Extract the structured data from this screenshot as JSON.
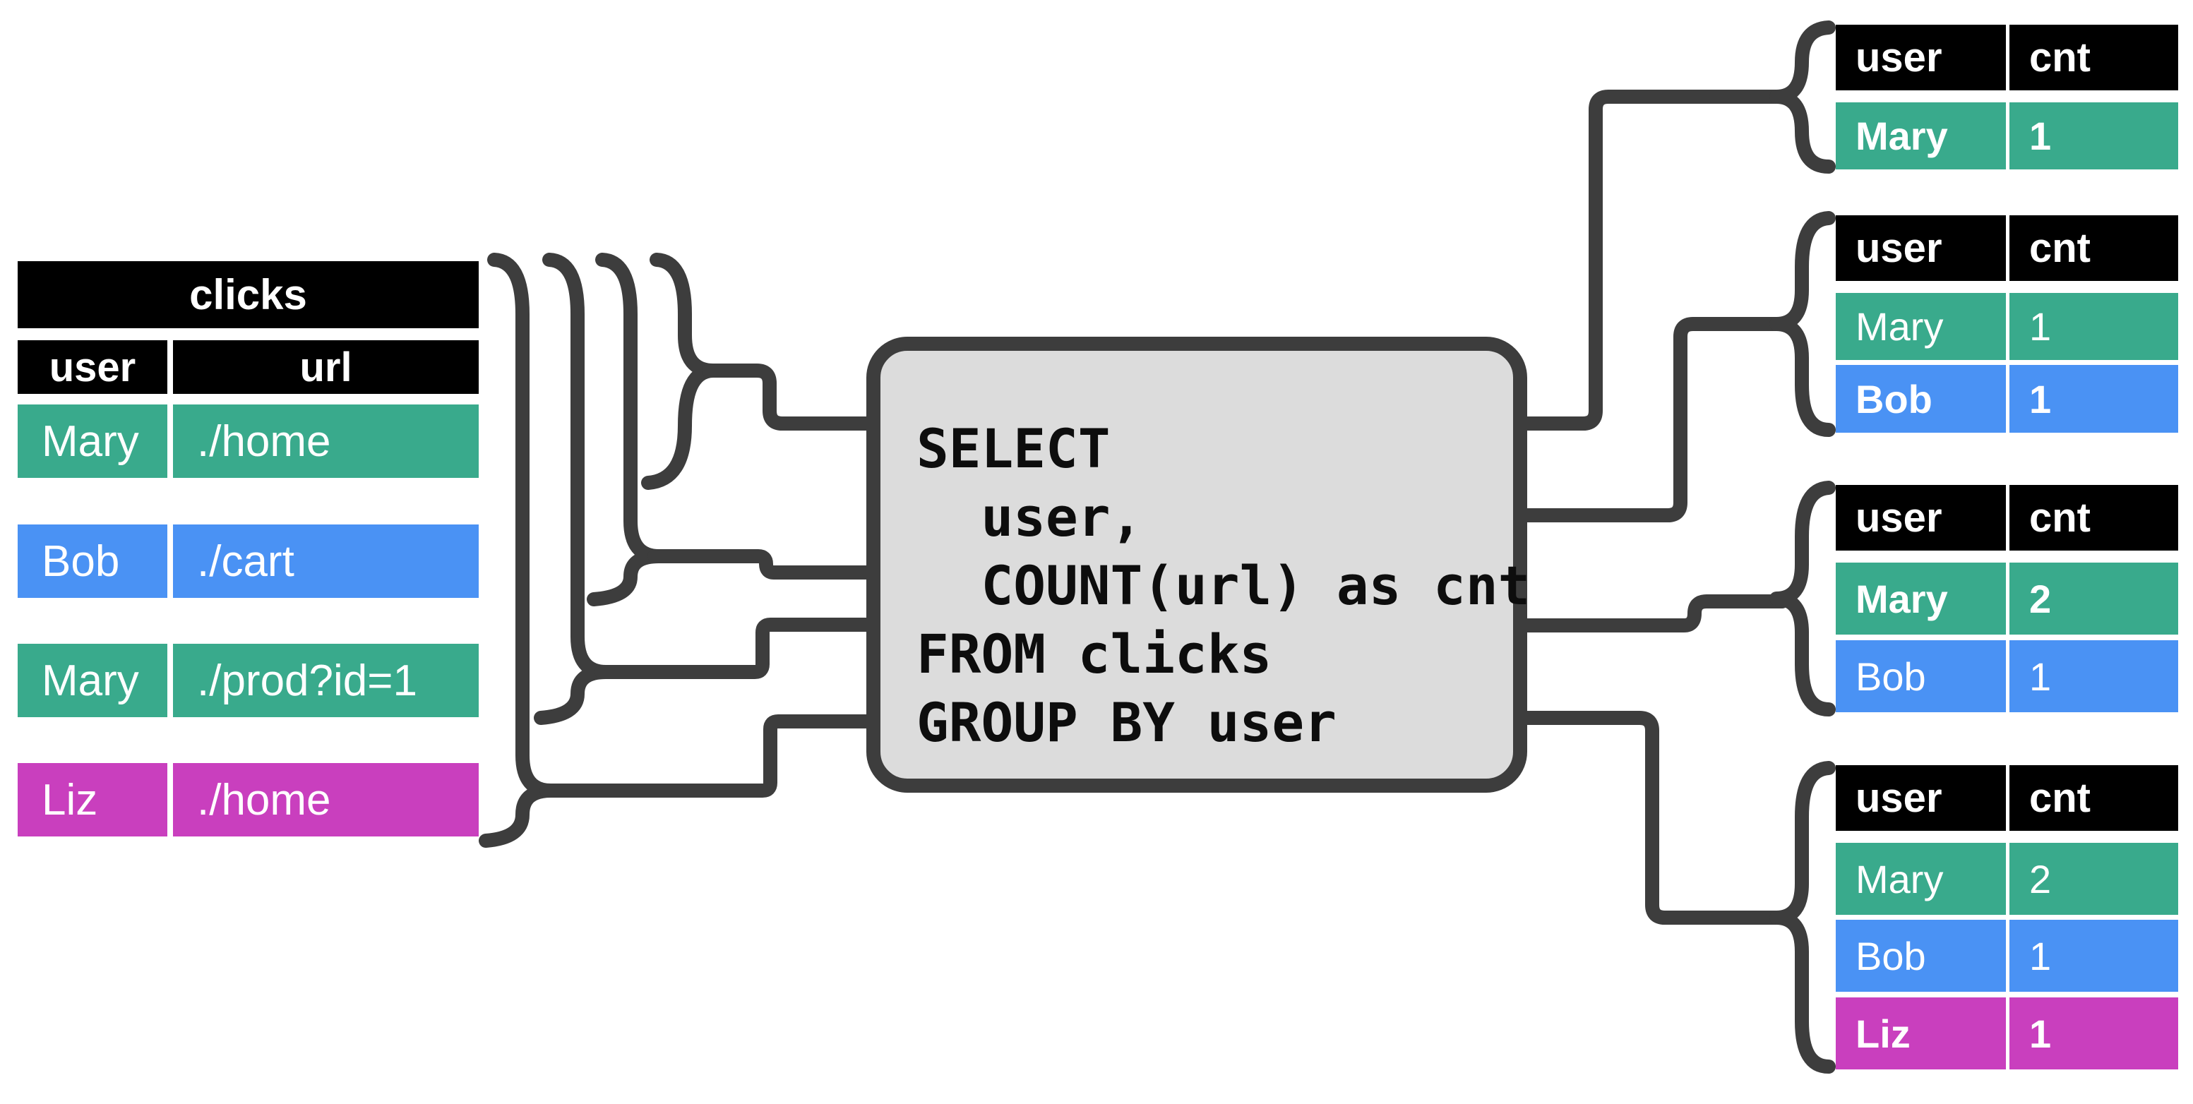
{
  "colors": {
    "green": "#39aa8c",
    "blue": "#4a92f4",
    "magenta": "#c93fbe",
    "black": "#000000",
    "line": "#3d3d3d",
    "boxfill": "#dcdcdc",
    "white": "#ffffff"
  },
  "clicks_table": {
    "title": "clicks",
    "columns": [
      "user",
      "url"
    ],
    "rows": [
      {
        "user": "Mary",
        "url": "./home",
        "color": "green",
        "bold": false
      },
      {
        "user": "Bob",
        "url": "./cart",
        "color": "blue",
        "bold": false
      },
      {
        "user": "Mary",
        "url": "./prod?id=1",
        "color": "green",
        "bold": false
      },
      {
        "user": "Liz",
        "url": "./home",
        "color": "magenta",
        "bold": false
      }
    ]
  },
  "query_box": {
    "sql": "SELECT\n  user,\n  COUNT(url) as cnt\nFROM clicks\nGROUP BY user",
    "sql_lines": [
      "SELECT",
      "  user,",
      "  COUNT(url) as cnt",
      "FROM clicks",
      "GROUP BY user"
    ]
  },
  "result_tables": [
    {
      "columns": [
        "user",
        "cnt"
      ],
      "rows": [
        {
          "user": "Mary",
          "cnt": "1",
          "color": "green",
          "bold": true
        }
      ]
    },
    {
      "columns": [
        "user",
        "cnt"
      ],
      "rows": [
        {
          "user": "Mary",
          "cnt": "1",
          "color": "green",
          "bold": false
        },
        {
          "user": "Bob",
          "cnt": "1",
          "color": "blue",
          "bold": true
        }
      ]
    },
    {
      "columns": [
        "user",
        "cnt"
      ],
      "rows": [
        {
          "user": "Mary",
          "cnt": "2",
          "color": "green",
          "bold": true
        },
        {
          "user": "Bob",
          "cnt": "1",
          "color": "blue",
          "bold": false
        }
      ]
    },
    {
      "columns": [
        "user",
        "cnt"
      ],
      "rows": [
        {
          "user": "Mary",
          "cnt": "2",
          "color": "green",
          "bold": false
        },
        {
          "user": "Bob",
          "cnt": "1",
          "color": "blue",
          "bold": false
        },
        {
          "user": "Liz",
          "cnt": "1",
          "color": "magenta",
          "bold": true
        }
      ]
    }
  ]
}
